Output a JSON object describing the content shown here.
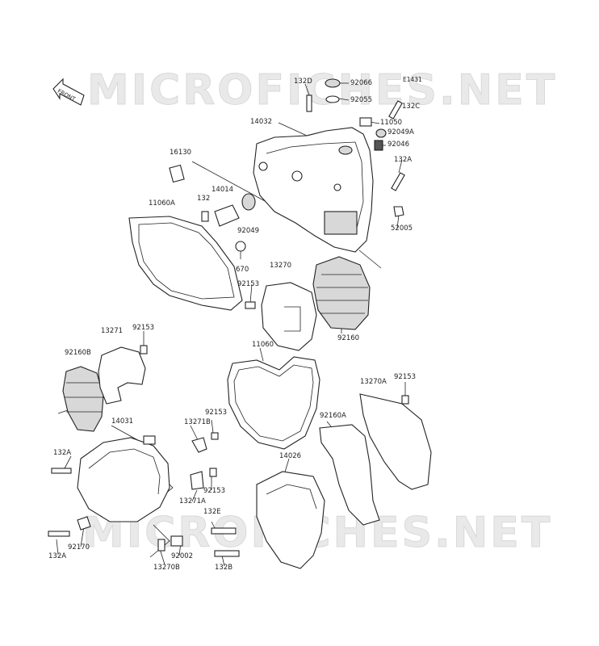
{
  "watermark_text": "MICROFICHES.NET",
  "diagram_code": "E1431",
  "front_label": "FRONT",
  "labels": {
    "l132d": "132D",
    "l92066": "92066",
    "l92055": "92055",
    "l132c": "132C",
    "l14032": "14032",
    "l11050": "11050",
    "l92049a": "92049A",
    "l92046": "92046",
    "l16130": "16130",
    "l132a_top": "132A",
    "l14014": "14014",
    "l132": "132",
    "l11060a": "11060A",
    "l92049": "92049",
    "l52005": "52005",
    "l670": "670",
    "l13270": "13270",
    "l92153_a": "92153",
    "l92160": "92160",
    "l13271": "13271",
    "l92153_b": "92153",
    "l92160b": "92160B",
    "l11060": "11060",
    "l13270a": "13270A",
    "l92153_c": "92153",
    "l14031": "14031",
    "l13271b": "13271B",
    "l92153_d": "92153",
    "l92160a": "92160A",
    "l132a_mid": "132A",
    "l14026": "14026",
    "l92153_e": "92153",
    "l13271a": "13271A",
    "l132e": "132E",
    "l92170": "92170",
    "l132a_bot": "132A",
    "l92002": "92002",
    "l13270b": "13270B",
    "l132b": "132B"
  }
}
